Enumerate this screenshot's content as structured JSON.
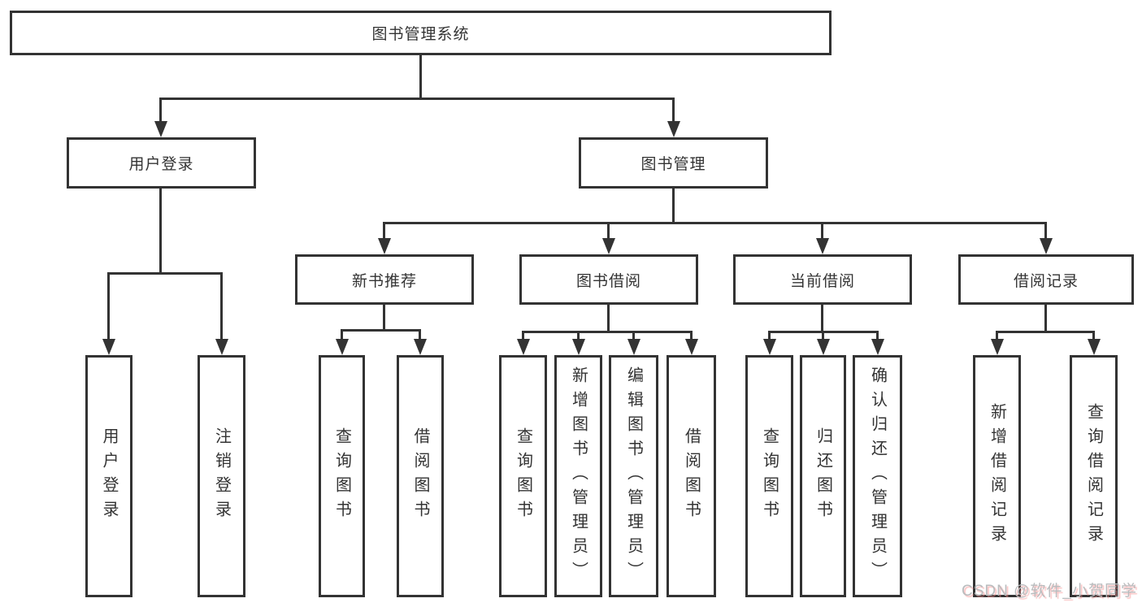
{
  "diagram": {
    "type": "hierarchy-tree",
    "orientation": "top-down"
  },
  "tree": {
    "root": {
      "label": "图书管理系统"
    },
    "branches": [
      {
        "label": "用户登录",
        "children": [
          {
            "label": "用户登录"
          },
          {
            "label": "注销登录"
          }
        ]
      },
      {
        "label": "图书管理",
        "children": [
          {
            "label": "新书推荐",
            "children": [
              {
                "label": "查询图书"
              },
              {
                "label": "借阅图书"
              }
            ]
          },
          {
            "label": "图书借阅",
            "children": [
              {
                "label": "查询图书"
              },
              {
                "label": "新增图书（管理员）"
              },
              {
                "label": "编辑图书（管理员）"
              },
              {
                "label": "借阅图书"
              }
            ]
          },
          {
            "label": "当前借阅",
            "children": [
              {
                "label": "查询图书"
              },
              {
                "label": "归还图书"
              },
              {
                "label": "确认归还（管理员）"
              }
            ]
          },
          {
            "label": "借阅记录",
            "children": [
              {
                "label": "新增借阅记录"
              },
              {
                "label": "查询借阅记录"
              }
            ]
          }
        ]
      }
    ]
  },
  "watermark": {
    "text": "CSDN @软件_小贺同学"
  },
  "colors": {
    "line": "#333333",
    "box_border": "#333333",
    "box_fill": "#ffffff",
    "text": "#333333",
    "background": "#ffffff",
    "watermark_text": "#b9bcbe",
    "watermark_shadow": "#f68c8c"
  }
}
